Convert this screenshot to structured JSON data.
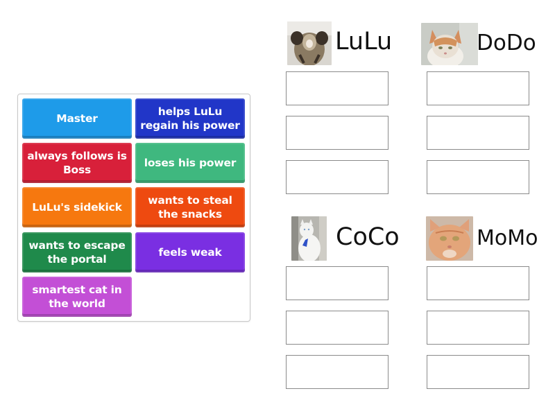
{
  "bank": {
    "tiles": [
      {
        "label": "Master",
        "color": "#1e9be9",
        "col": 0,
        "row": 0
      },
      {
        "label": "helps LuLu regain his power",
        "color": "#2136c8",
        "col": 1,
        "row": 0
      },
      {
        "label": "always follows is Boss",
        "color": "#d8203a",
        "col": 0,
        "row": 1
      },
      {
        "label": "loses his power",
        "color": "#3fb87f",
        "col": 1,
        "row": 1
      },
      {
        "label": "LuLu's sidekick",
        "color": "#f6780f",
        "col": 0,
        "row": 2
      },
      {
        "label": "wants to steal the snacks",
        "color": "#ee4a10",
        "col": 1,
        "row": 2
      },
      {
        "label": "wants to escape the portal",
        "color": "#1f8a4b",
        "col": 0,
        "row": 3
      },
      {
        "label": "feels weak",
        "color": "#7a2fe2",
        "col": 1,
        "row": 3
      },
      {
        "label": "smartest cat in the world",
        "color": "#c34fd6",
        "col": 0,
        "row": 4
      }
    ]
  },
  "groups": [
    {
      "name": "LuLu",
      "image": "cat-lulu-photo",
      "slots": 3
    },
    {
      "name": "DoDo",
      "image": "cat-dodo-photo",
      "slots": 3
    },
    {
      "name": "CoCo",
      "image": "cat-coco-photo",
      "slots": 3
    },
    {
      "name": "MoMo",
      "image": "cat-momo-photo",
      "slots": 3
    }
  ]
}
